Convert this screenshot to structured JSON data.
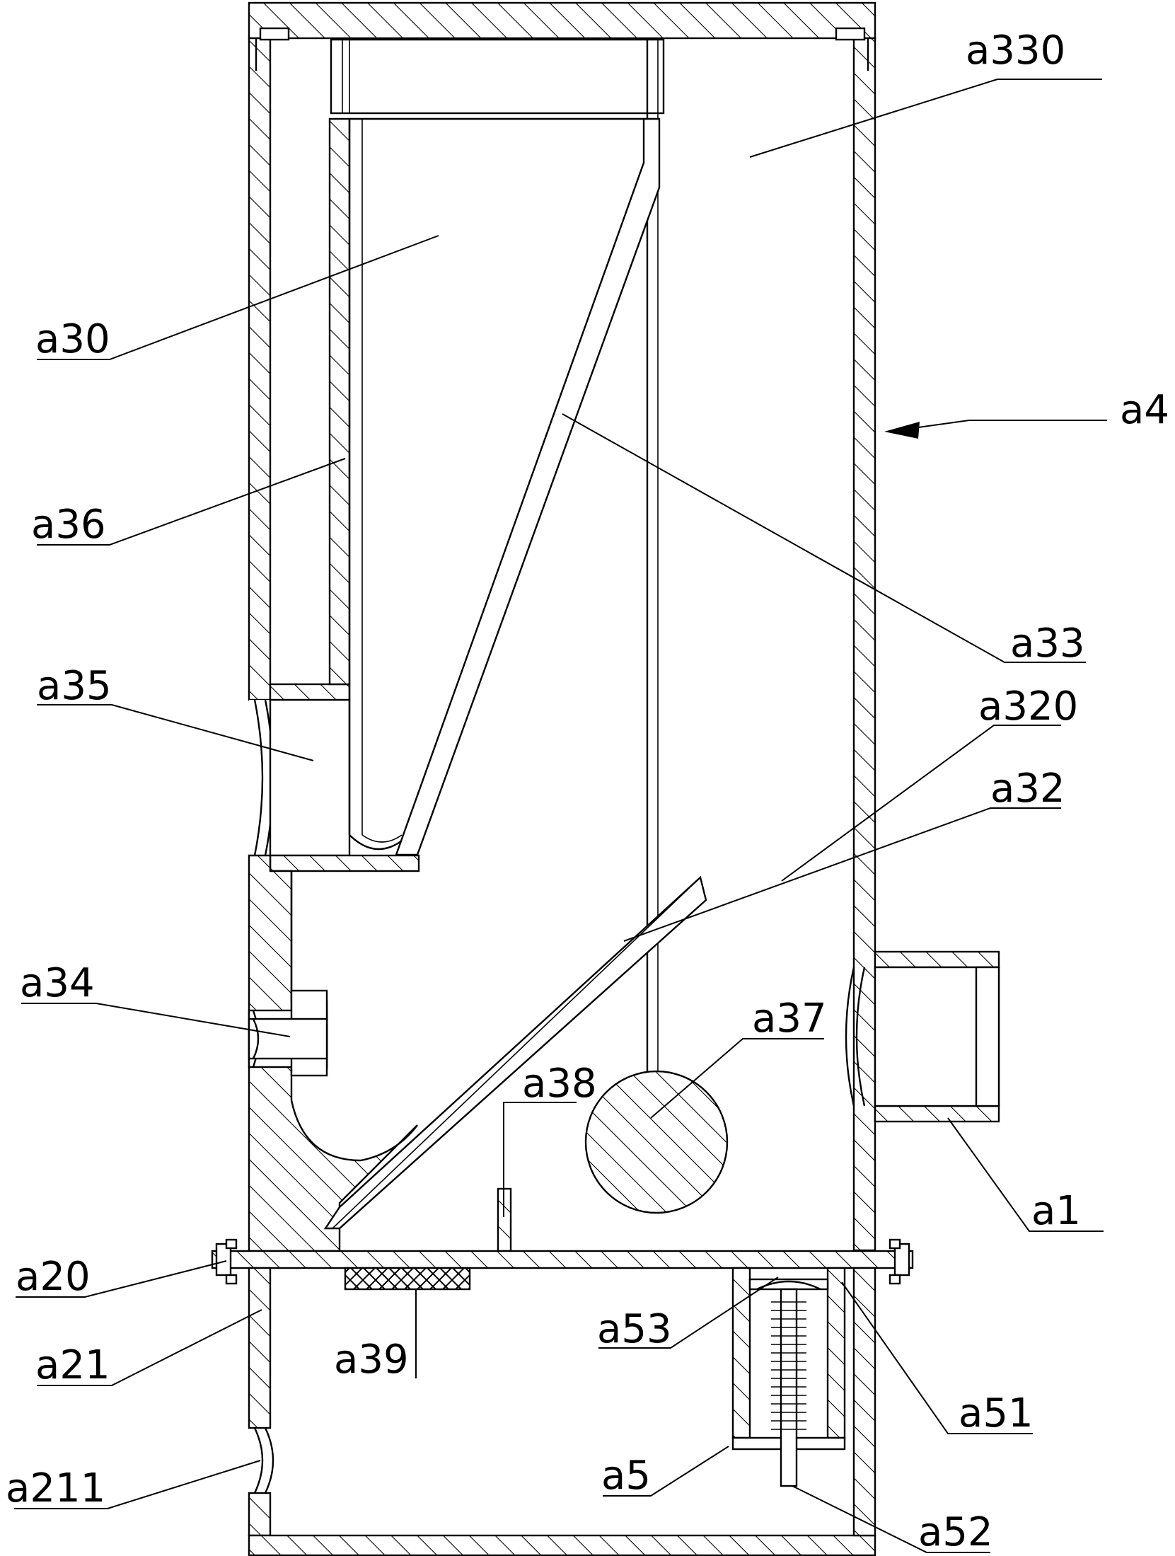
{
  "labels": {
    "a330": "a330",
    "a30": "a30",
    "a4": "a4",
    "a36": "a36",
    "a33": "a33",
    "a35": "a35",
    "a320": "a320",
    "a32": "a32",
    "a34": "a34",
    "a37": "a37",
    "a38": "a38",
    "a1": "a1",
    "a20": "a20",
    "a53": "a53",
    "a21": "a21",
    "a39": "a39",
    "a5": "a5",
    "a51": "a51",
    "a211": "a211",
    "a52": "a52"
  }
}
